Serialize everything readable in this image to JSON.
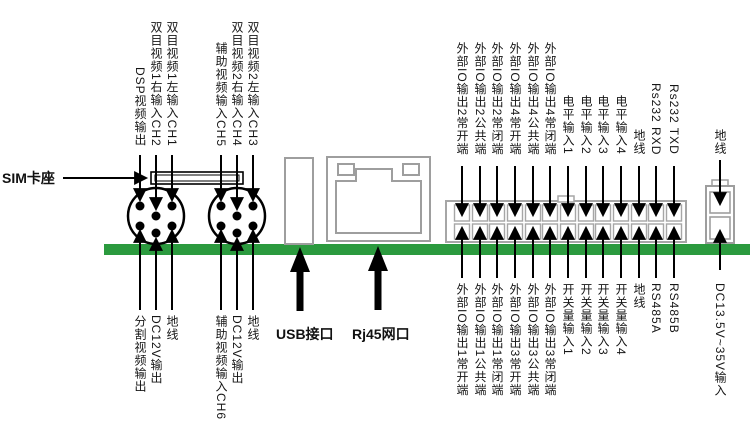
{
  "pcb": {
    "sim_label": "SIM卡座",
    "usb_label": "USB接口",
    "rj45_label": "Rj45网口",
    "camera_top_labels": [
      "DSP视频输出",
      "双目视频1右输入CH2",
      "双目视频1左输入CH1",
      "辅助视频输入CH5",
      "双目视频2右输入CH4",
      "双目视频2左输入CH3"
    ],
    "camera_bottom_labels": [
      "分割视频输出",
      "DC12V输出",
      "地线",
      "辅助视频输入CH6",
      "DC12V输出",
      "地线"
    ],
    "terminal_top_labels": [
      "外部IO输出2常开端",
      "外部IO输出2公共端",
      "外部IO输出2常闭端",
      "外部IO输出4常开端",
      "外部IO输出4公共端",
      "外部IO输出4常闭端",
      "电平输入1",
      "电平输入2",
      "电平输入3",
      "电平输入4",
      "地线",
      "Rs232 RXD",
      "Rs232 TXD"
    ],
    "terminal_bottom_labels": [
      "外部IO输出1常开端",
      "外部IO输出1公共端",
      "外部IO输出1常闭端",
      "外部IO输出3常开端",
      "外部IO输出3公共端",
      "外部IO输出3常闭端",
      "开关量输入1",
      "开关量输入2",
      "开关量输入3",
      "开关量输入4",
      "地线",
      "RS485A",
      "RS485B"
    ],
    "power_top_label": "地线",
    "power_bottom_label": "DC13.5V~35V输入",
    "colors": {
      "pcb_strip": "#2B9A3E",
      "connector_outline": "#9E9E9E",
      "line": "#000000",
      "background": "#FFFFFF"
    }
  }
}
